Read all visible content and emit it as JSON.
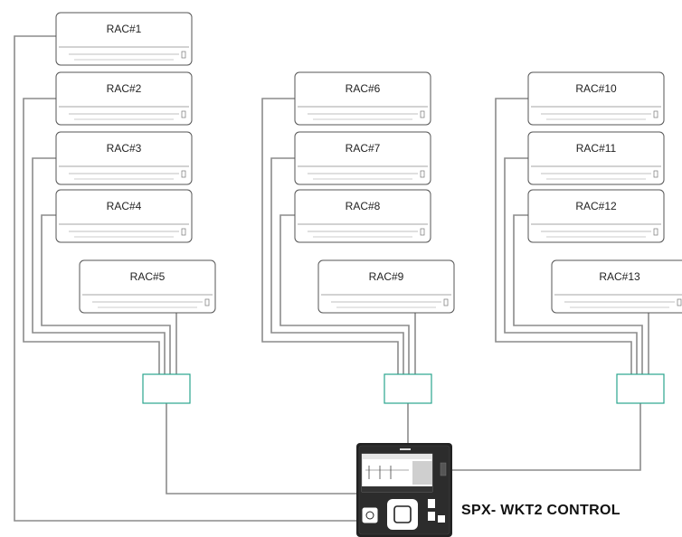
{
  "colors": {
    "unit_outline": "#555555",
    "wire": "#8c8c8c",
    "junction_box": "#2aa58e",
    "controller": "#222222",
    "background": "#ffffff"
  },
  "units": [
    {
      "id": 1,
      "label": "RAC#1",
      "group": 1
    },
    {
      "id": 2,
      "label": "RAC#2",
      "group": 1
    },
    {
      "id": 3,
      "label": "RAC#3",
      "group": 1
    },
    {
      "id": 4,
      "label": "RAC#4",
      "group": 1
    },
    {
      "id": 5,
      "label": "RAC#5",
      "group": 1
    },
    {
      "id": 6,
      "label": "RAC#6",
      "group": 2
    },
    {
      "id": 7,
      "label": "RAC#7",
      "group": 2
    },
    {
      "id": 8,
      "label": "RAC#8",
      "group": 2
    },
    {
      "id": 9,
      "label": "RAC#9",
      "group": 2
    },
    {
      "id": 10,
      "label": "RAC#10",
      "group": 3
    },
    {
      "id": 11,
      "label": "RAC#11",
      "group": 3
    },
    {
      "id": 12,
      "label": "RAC#12",
      "group": 3
    },
    {
      "id": 13,
      "label": "RAC#13",
      "group": 3
    }
  ],
  "junction_boxes": [
    {
      "group": 1,
      "connects": [
        "RAC#2",
        "RAC#3",
        "RAC#4",
        "RAC#5"
      ]
    },
    {
      "group": 2,
      "connects": [
        "RAC#6",
        "RAC#7",
        "RAC#8",
        "RAC#9"
      ]
    },
    {
      "group": 3,
      "connects": [
        "RAC#10",
        "RAC#11",
        "RAC#12",
        "RAC#13"
      ]
    }
  ],
  "controller": {
    "title": "SPX- WKT2 CONTROL",
    "direct_connection": "RAC#1"
  }
}
